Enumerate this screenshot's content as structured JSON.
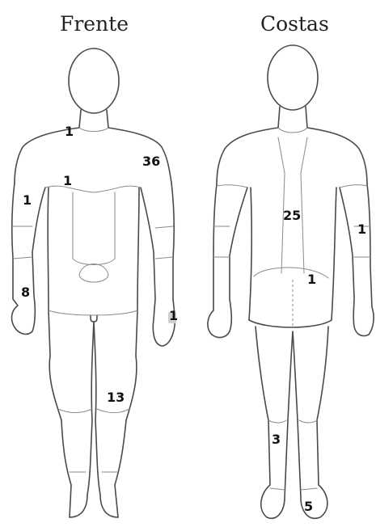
{
  "views": {
    "front": {
      "title": "Frente"
    },
    "back": {
      "title": "Costas"
    }
  },
  "counts": {
    "front": {
      "neck": "1",
      "right_shoulder": "36",
      "chest": "1",
      "left_upper_arm": "1",
      "left_hand": "8",
      "right_hand": "1",
      "knee": "13"
    },
    "back": {
      "upper_back": "25",
      "arm": "1",
      "lower_back": "1",
      "calf": "3",
      "foot": "5"
    }
  }
}
